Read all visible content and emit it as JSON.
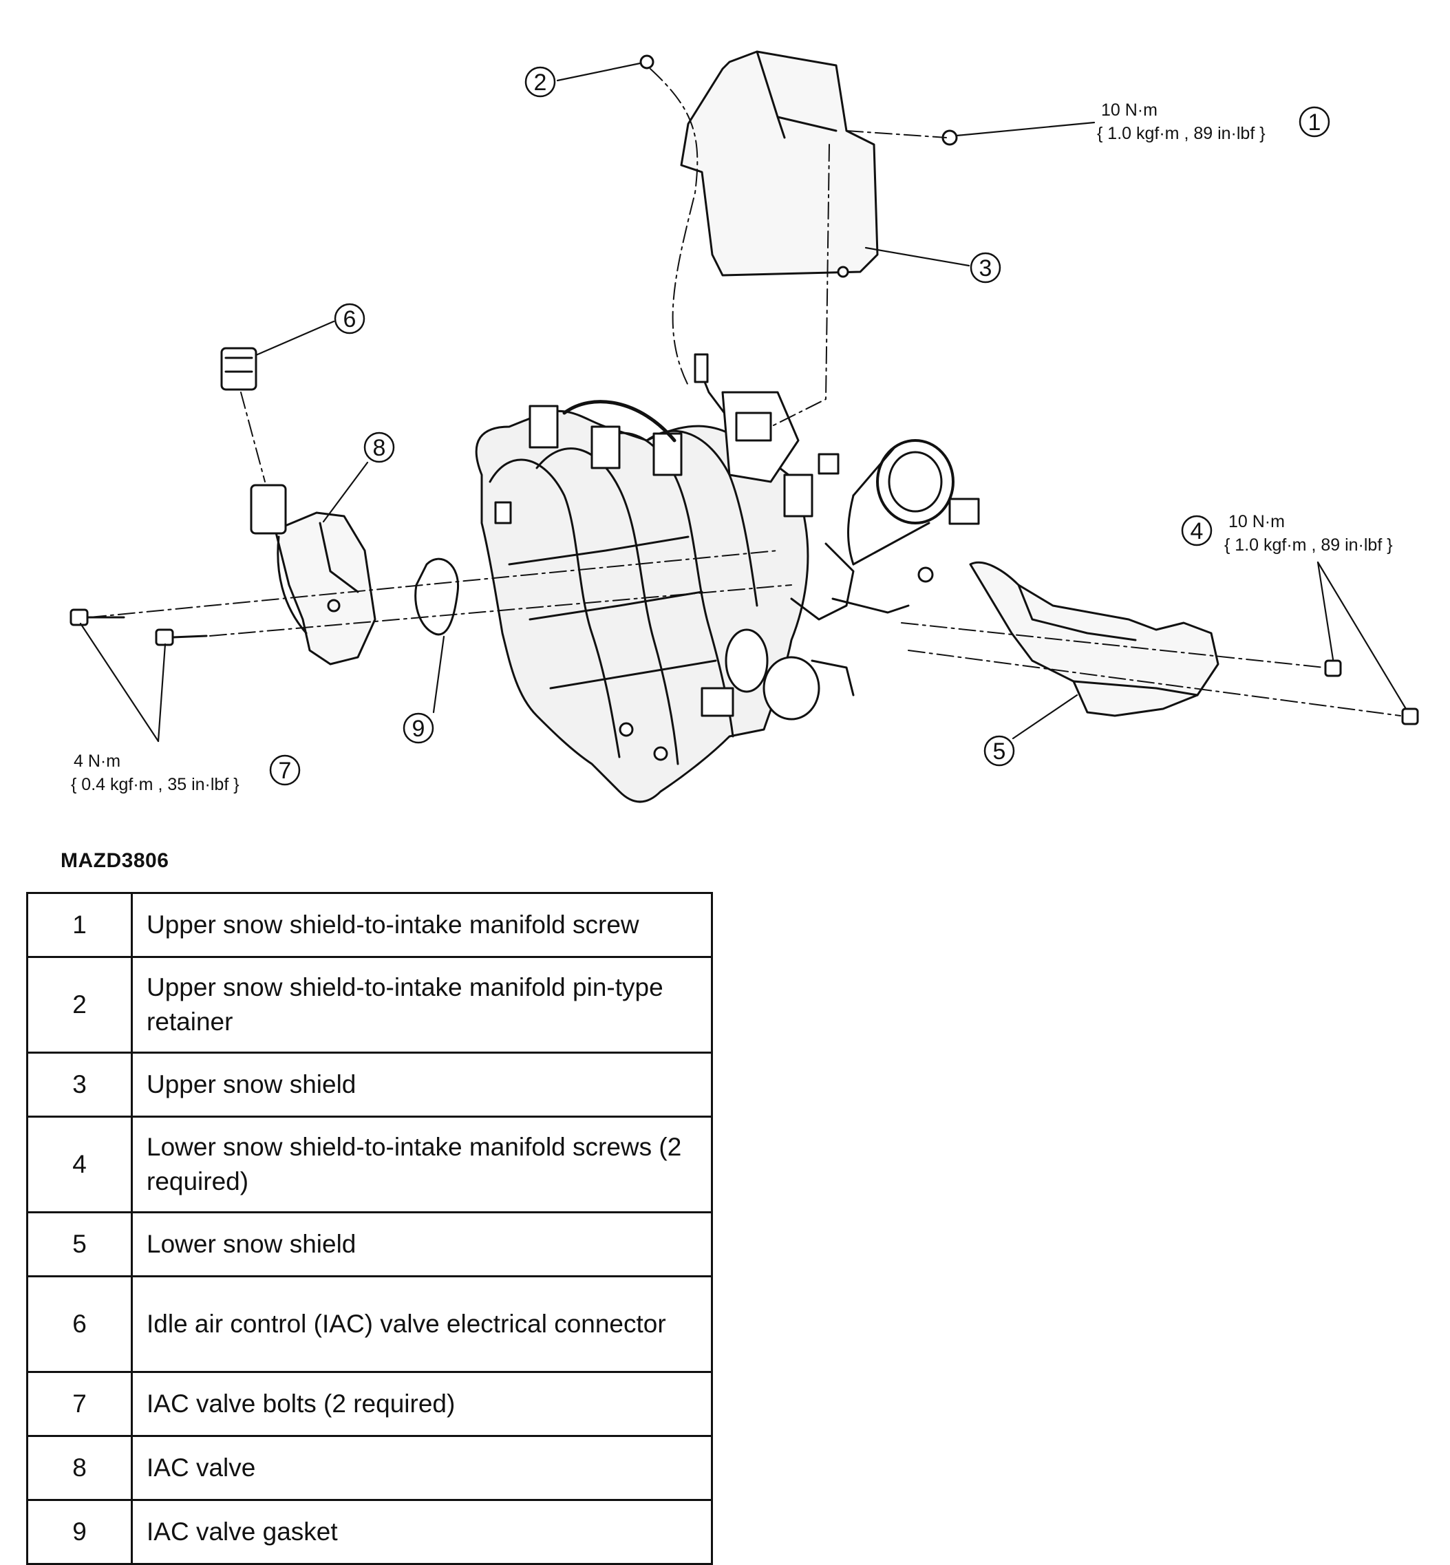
{
  "diagram": {
    "callouts": [
      "1",
      "2",
      "3",
      "4",
      "5",
      "6",
      "7",
      "8",
      "9"
    ],
    "torque_specs": {
      "item1": {
        "line1": "10 N·m",
        "line2": "{ 1.0 kgf·m , 89 in·lbf }"
      },
      "item4": {
        "line1": "10 N·m",
        "line2": "{ 1.0 kgf·m , 89 in·lbf }"
      },
      "item7": {
        "line1": "4 N·m",
        "line2": "{ 0.4 kgf·m , 35 in·lbf }"
      }
    },
    "figure_code": "MAZD3806"
  },
  "legend": {
    "rows": [
      {
        "num": "1",
        "desc": "Upper snow shield-to-intake manifold screw"
      },
      {
        "num": "2",
        "desc": "Upper snow shield-to-intake manifold pin-type retainer"
      },
      {
        "num": "3",
        "desc": "Upper snow shield"
      },
      {
        "num": "4",
        "desc": "Lower snow shield-to-intake manifold screws (2 required)"
      },
      {
        "num": "5",
        "desc": "Lower snow shield"
      },
      {
        "num": "6",
        "desc": "Idle air control (IAC) valve electrical connector"
      },
      {
        "num": "7",
        "desc": "IAC valve bolts (2 required)"
      },
      {
        "num": "8",
        "desc": "IAC valve"
      },
      {
        "num": "9",
        "desc": "IAC valve gasket"
      }
    ]
  }
}
